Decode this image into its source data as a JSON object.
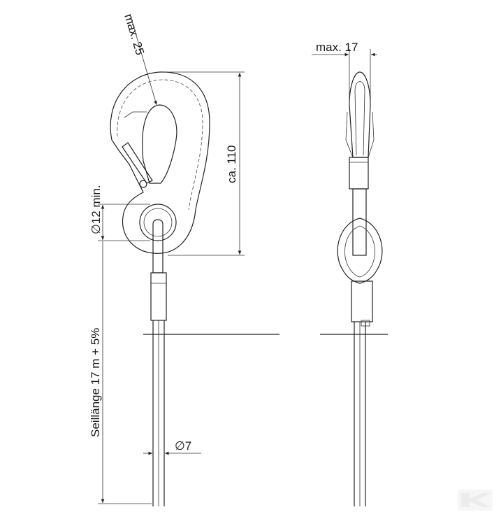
{
  "drawing": {
    "dimensions": {
      "max_width_front": "max. 25",
      "max_width_side": "max. 17",
      "hook_length": "ca. 110",
      "eye_diameter": "∅12 min.",
      "rope_length": "Seillänge 17 m + 5%",
      "rope_diameter": "∅7"
    },
    "watermark": "K"
  }
}
